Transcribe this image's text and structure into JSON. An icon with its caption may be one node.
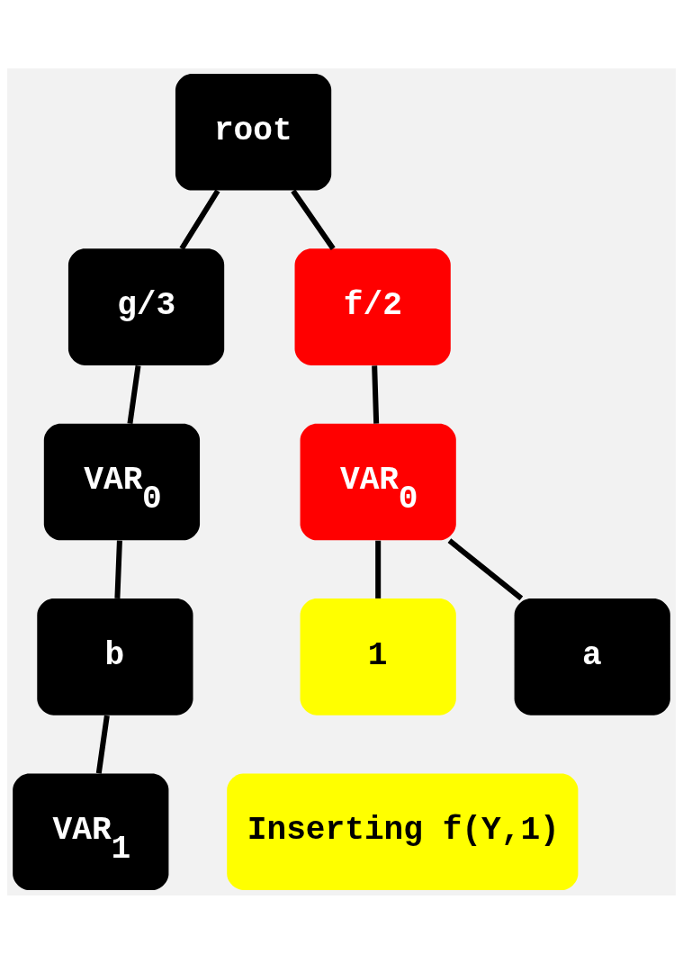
{
  "diagram": {
    "nodes": [
      {
        "text": [
          "root"
        ]
      },
      {
        "text": [
          "g/3"
        ]
      },
      {
        "text": [
          "f/2"
        ]
      },
      {
        "text": [
          "VAR$_{0}$"
        ]
      },
      {
        "text": [
          "VAR$_{0}$"
        ]
      },
      {
        "text": [
          "b"
        ]
      },
      {
        "text": [
          "1"
        ]
      },
      {
        "text": [
          "a"
        ]
      },
      {
        "text": [
          "VAR$_{1}$"
        ]
      },
      {
        "text": [
          "Inserting f(Y,1)"
        ]
      }
    ],
    "edges": [
      {
        "from": 0,
        "to": 1,
        "arrow": "none"
      },
      {
        "from": 0,
        "to": 2,
        "arrow": "none"
      },
      {
        "from": 1,
        "to": 3,
        "arrow": "none"
      },
      {
        "from": 2,
        "to": 4,
        "arrow": "none"
      },
      {
        "from": 3,
        "to": 5,
        "arrow": "none"
      },
      {
        "from": 4,
        "to": 6,
        "arrow": "none"
      },
      {
        "from": 4,
        "to": 7,
        "arrow": "none"
      },
      {
        "from": 5,
        "to": 8,
        "arrow": "none"
      }
    ]
  }
}
